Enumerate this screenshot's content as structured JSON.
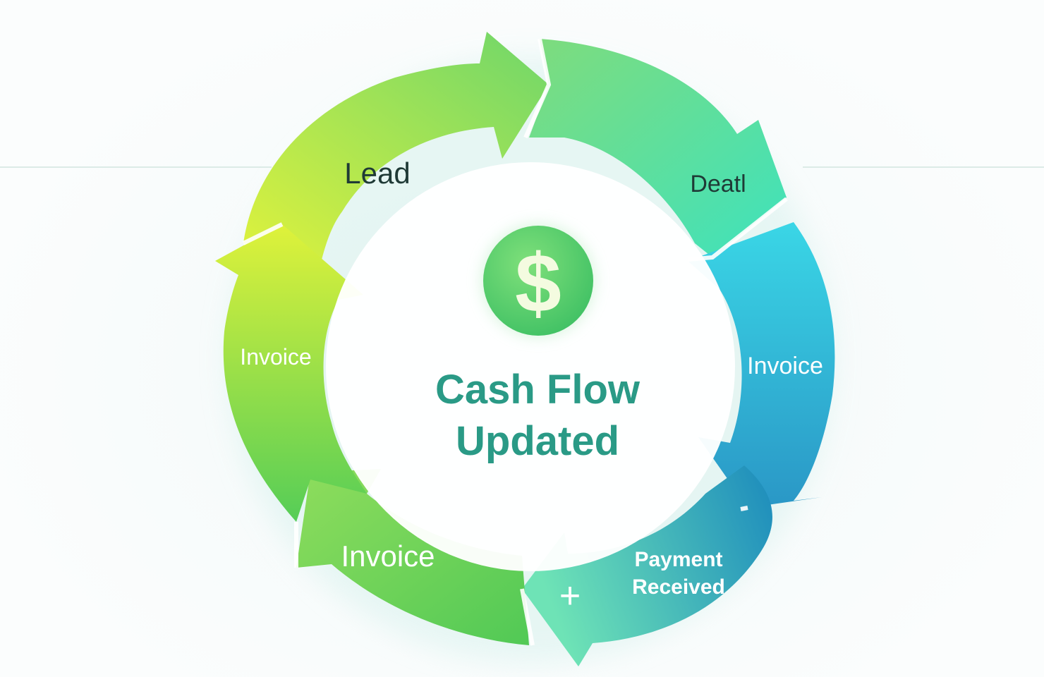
{
  "diagram": {
    "center_title_line1": "Cash Flow",
    "center_title_line2": "Updated",
    "center_icon": "dollar-icon",
    "center_icon_glyph": "$",
    "stages": [
      {
        "id": "lead",
        "label": "Lead",
        "color_start": "#d7ef35",
        "color_end": "#6fd66a"
      },
      {
        "id": "deal",
        "label": "Deatl",
        "color_start": "#7fdc7c",
        "color_end": "#3fe0b8"
      },
      {
        "id": "invoice-right",
        "label": "Invoice",
        "color_start": "#38d2e4",
        "color_end": "#2a9fc8"
      },
      {
        "id": "payment",
        "label_line1": "Payment",
        "label_line2": "Received",
        "plus_glyph": "+",
        "color_start": "#5fe0b8",
        "color_end": "#1e8fbc"
      },
      {
        "id": "invoice-bottom",
        "label": "Invoice",
        "color_start": "#78d85c",
        "color_end": "#56cc58"
      },
      {
        "id": "invoice-left",
        "label": "Invoice",
        "color_start": "#d9f23a",
        "color_end": "#5bcf55"
      }
    ],
    "colors": {
      "title": "#2a9a86",
      "dark_label": "#1f3a36",
      "light_label": "#ffffff",
      "coin": "#4fcf6a",
      "coin_glyph": "#f4fbe0"
    }
  }
}
